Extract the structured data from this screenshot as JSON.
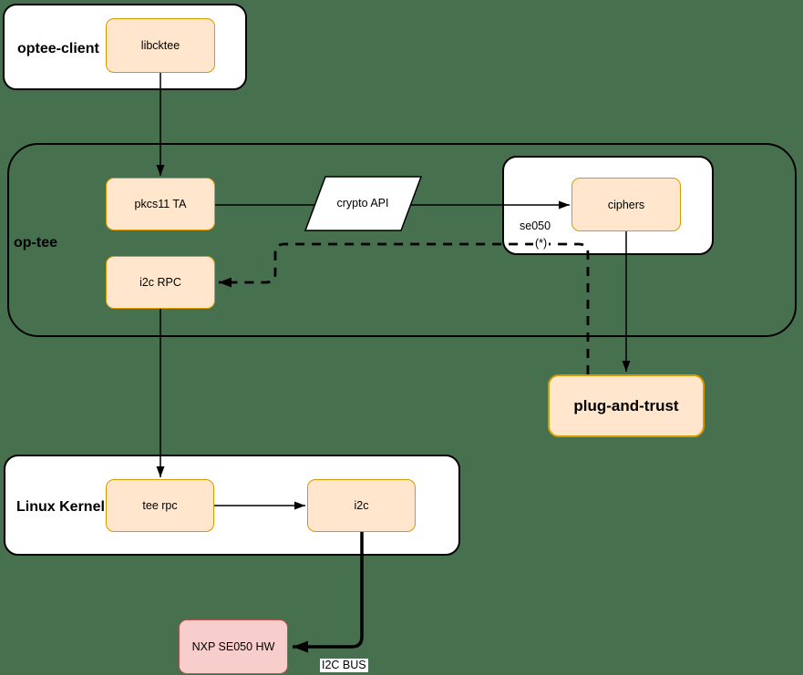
{
  "colors": {
    "background": "#47704f",
    "node_fill": "#ffe6cc",
    "node_border": "#d79b00",
    "hw_fill": "#f8cecc",
    "hw_border": "#b85450",
    "container_fill": "#ffffff",
    "line": "#000000"
  },
  "containers": {
    "optee_client": {
      "label": "optee-client"
    },
    "op_tee": {
      "label": "op-tee"
    },
    "se050": {
      "label": "se050"
    },
    "linux_kernel": {
      "label": "Linux Kernel"
    }
  },
  "nodes": {
    "libcktee": {
      "label": "libcktee"
    },
    "pkcs11_ta": {
      "label": "pkcs11 TA"
    },
    "i2c_rpc": {
      "label": "i2c RPC"
    },
    "crypto_api": {
      "label": "crypto API"
    },
    "ciphers": {
      "label": "ciphers"
    },
    "plug_and_trust": {
      "label": "plug-and-trust"
    },
    "tee_rpc": {
      "label": "tee rpc"
    },
    "i2c": {
      "label": "i2c"
    },
    "nxp_se050_hw": {
      "label": "NXP SE050 HW"
    }
  },
  "edge_labels": {
    "se050_alt_path": "(*)",
    "i2c_bus": "I2C BUS"
  }
}
